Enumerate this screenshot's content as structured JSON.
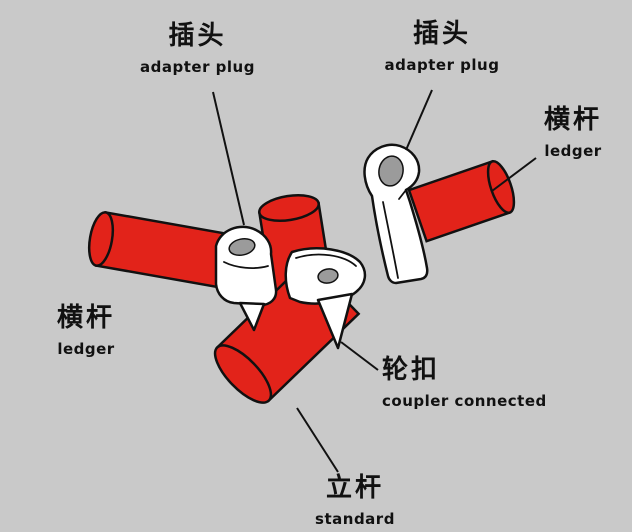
{
  "labels": {
    "adapter_plug_top_left": {
      "zh": "插头",
      "en": "adapter plug"
    },
    "adapter_plug_top_right": {
      "zh": "插头",
      "en": "adapter plug"
    },
    "ledger_right": {
      "zh": "横杆",
      "en": "ledger"
    },
    "ledger_left": {
      "zh": "横杆",
      "en": "ledger"
    },
    "coupler": {
      "zh": "轮扣",
      "en": "coupler connected"
    },
    "standard": {
      "zh": "立杆",
      "en": "standard"
    }
  },
  "colors": {
    "background": "#c9c9c9",
    "pipe_red": "#e2231a",
    "outline": "#111111",
    "part_white": "#ffffff",
    "slot_gray": "#9b9b9b",
    "text": "#111111"
  }
}
